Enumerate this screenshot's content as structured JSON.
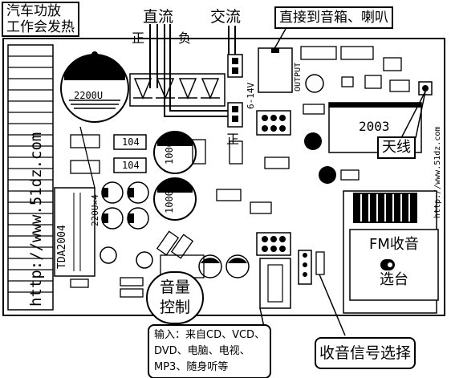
{
  "labels": {
    "top_left": [
      "汽车功放",
      "工作会发热"
    ],
    "dc": "直流",
    "ac": "交流",
    "pos_top": "正",
    "neg": "负",
    "pos_bottom": "正",
    "speaker": "直接到音箱、喇叭",
    "antenna": "天线",
    "fm": [
      "FM收音",
      "选台"
    ],
    "volume": [
      "音量",
      "控制"
    ],
    "input": [
      "输入：来自CD、VCD、",
      "DVD、电脑、电视、",
      "MP3、随身听等"
    ],
    "signal_select": "收音信号选择"
  },
  "silkscreen": {
    "cap_big": "2200U",
    "cap_1000_a": "1000U",
    "cap_1000_b": "1000U",
    "cap_104_a": "104",
    "cap_104_b": "104",
    "chip": "TDA2004",
    "cap_220": "220U×4",
    "ic_2003": "2003",
    "voltage": "6-14V",
    "output": "OUTPUT",
    "url_left": "http://www.51dz.com",
    "url_right": "http://www.51dz.com"
  }
}
